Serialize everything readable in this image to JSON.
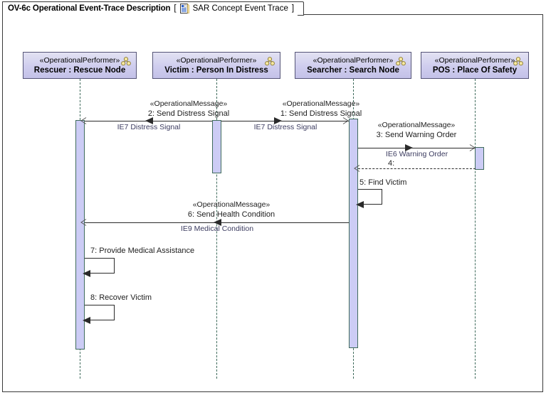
{
  "diagram": {
    "title": "OV-6c Operational Event-Trace Description",
    "bracket_open": "[",
    "bracket_close": "]",
    "subtitle": "SAR Concept Event Trace",
    "tab_icon": "event-trace-diagram-icon"
  },
  "lifelines": [
    {
      "id": "rescuer",
      "stereotype": "«OperationalPerformer»",
      "name": "Rescuer : Rescue Node",
      "icon": "operational-performer-icon"
    },
    {
      "id": "victim",
      "stereotype": "«OperationalPerformer»",
      "name": "Victim : Person In Distress",
      "icon": "operational-performer-icon"
    },
    {
      "id": "searcher",
      "stereotype": "«OperationalPerformer»",
      "name": "Searcher : Search Node",
      "icon": "operational-performer-icon"
    },
    {
      "id": "pos",
      "stereotype": "«OperationalPerformer»",
      "name": "POS : Place Of Safety",
      "icon": "operational-performer-icon"
    }
  ],
  "messages": [
    {
      "id": "m2",
      "stereotype": "«OperationalMessage»",
      "label": "2:  Send Distress Signal",
      "info": "IE7 Distress Signal",
      "from": "victim",
      "to": "rescuer",
      "direction": "left",
      "style": "solid"
    },
    {
      "id": "m1",
      "stereotype": "«OperationalMessage»",
      "label": "1:  Send Distress Signal",
      "info": "IE7 Distress Signal",
      "from": "victim",
      "to": "searcher",
      "direction": "right",
      "style": "solid"
    },
    {
      "id": "m3",
      "stereotype": "«OperationalMessage»",
      "label": "3:  Send Warning Order",
      "info": "IE6 Warning Order",
      "from": "searcher",
      "to": "pos",
      "direction": "right",
      "style": "solid"
    },
    {
      "id": "m4",
      "stereotype": "",
      "label": "4:",
      "info": "",
      "from": "pos",
      "to": "searcher",
      "direction": "left",
      "style": "dashed"
    },
    {
      "id": "m6",
      "stereotype": "«OperationalMessage»",
      "label": "6:  Send Health Condition",
      "info": "IE9 Medical Condition",
      "from": "searcher",
      "to": "rescuer",
      "direction": "left",
      "style": "solid"
    }
  ],
  "self_messages": [
    {
      "id": "m5",
      "label": "5: Find Victim",
      "on": "searcher"
    },
    {
      "id": "m7",
      "label": "7:  Provide Medical Assistance",
      "on": "rescuer"
    },
    {
      "id": "m8",
      "label": "8:  Recover Victim",
      "on": "rescuer"
    }
  ],
  "colors": {
    "head_fill": "#cfcdee",
    "head_border": "#555577",
    "activation_fill": "#ccccf5",
    "activation_border": "#3f6b5c",
    "lifeline": "#3f6b5c",
    "message_line": "#2a2a2a",
    "info_text": "#3c3c60",
    "frame_border": "#3a3a3a",
    "canvas": "#ffffff"
  }
}
